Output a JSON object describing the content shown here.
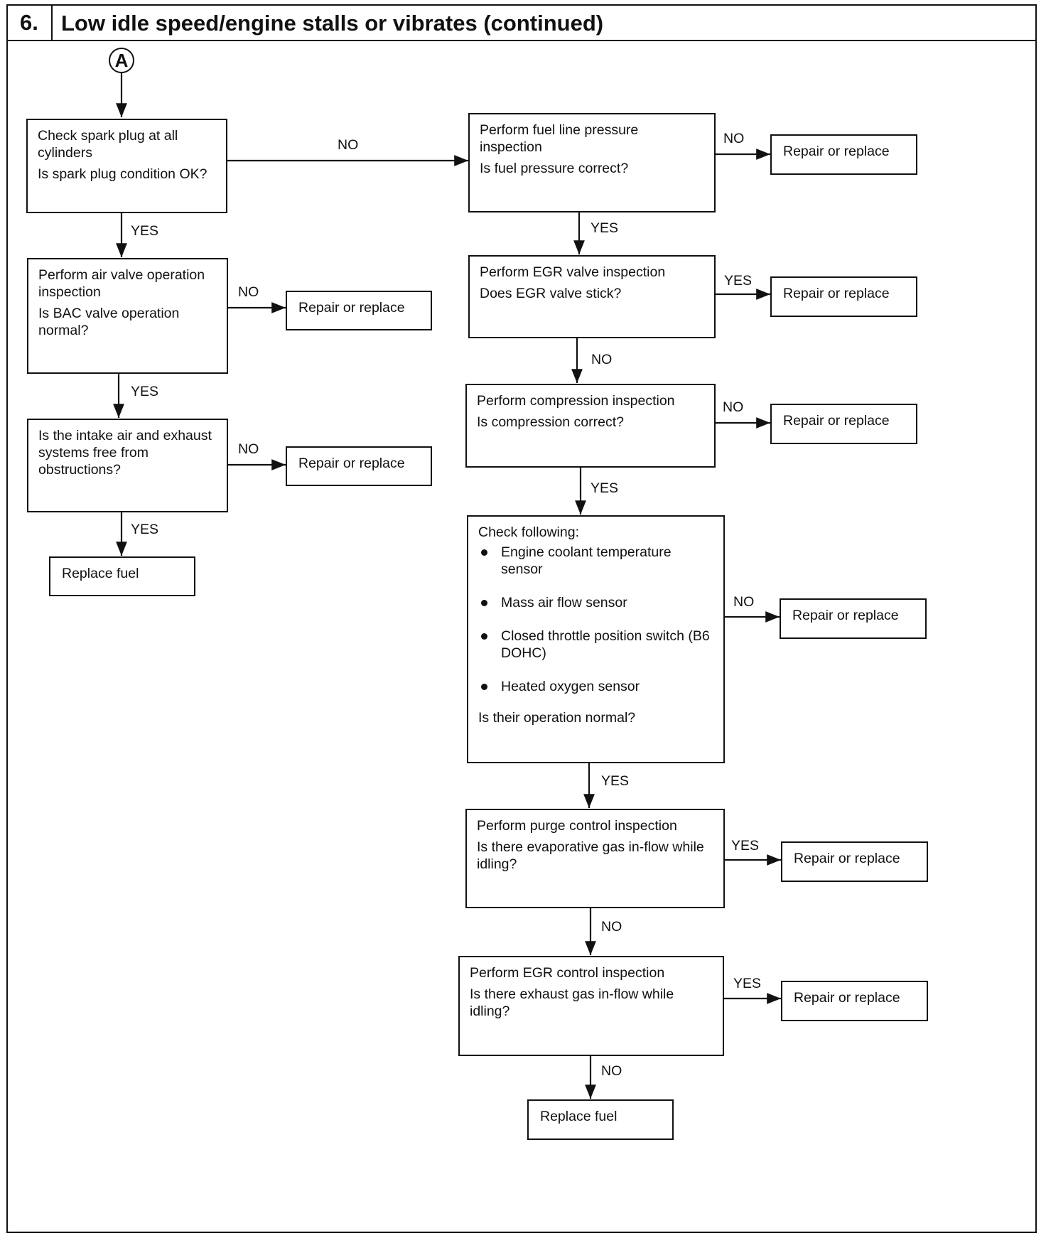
{
  "header": {
    "number": "6.",
    "title": "Low idle speed/engine stalls or vibrates (continued)"
  },
  "connector": {
    "label": "A"
  },
  "nodes": {
    "spark_plug": {
      "lines": [
        "Check spark plug at all cylinders",
        "Is spark plug condition OK?"
      ]
    },
    "air_valve": {
      "lines": [
        "Perform air valve operation inspection",
        "Is BAC valve operation normal?"
      ]
    },
    "intake": {
      "lines": [
        "Is the intake air and exhaust systems free from obstructions?"
      ]
    },
    "replace_fuel_1": {
      "label": "Replace fuel"
    },
    "fuel_line": {
      "lines": [
        "Perform fuel line pressure inspection",
        "Is fuel pressure correct?"
      ]
    },
    "egr_valve": {
      "lines": [
        "Perform EGR valve inspection",
        "Does EGR valve stick?"
      ]
    },
    "compression": {
      "lines": [
        "Perform compression inspection",
        "Is compression correct?"
      ]
    },
    "check_following": {
      "intro": "Check following:",
      "items": [
        "Engine coolant temperature sensor",
        "Mass air flow sensor",
        "Closed throttle position switch (B6 DOHC)",
        "Heated oxygen sensor"
      ],
      "question": "Is their operation normal?"
    },
    "purge": {
      "lines": [
        "Perform purge control inspection",
        "Is there evaporative gas in-flow while idling?"
      ]
    },
    "egr_control": {
      "lines": [
        "Perform EGR control inspection",
        "Is there exhaust gas in-flow while idling?"
      ]
    },
    "replace_fuel_2": {
      "label": "Replace fuel"
    },
    "repair_air_valve": {
      "label": "Repair or replace"
    },
    "repair_intake": {
      "label": "Repair or replace"
    },
    "repair_fuel_line": {
      "label": "Repair or replace"
    },
    "repair_egr_valve": {
      "label": "Repair or replace"
    },
    "repair_compression": {
      "label": "Repair or replace"
    },
    "repair_check": {
      "label": "Repair or replace"
    },
    "repair_purge": {
      "label": "Repair or replace"
    },
    "repair_egr_control": {
      "label": "Repair or replace"
    }
  },
  "edge_labels": {
    "spark_plug_yes": "YES",
    "spark_plug_no": "NO",
    "air_valve_yes": "YES",
    "air_valve_no": "NO",
    "intake_yes": "YES",
    "intake_no": "NO",
    "fuel_line_yes": "YES",
    "fuel_line_no": "NO",
    "egr_valve_yes": "YES",
    "egr_valve_no": "NO",
    "compression_yes": "YES",
    "compression_no": "NO",
    "check_yes": "YES",
    "check_no": "NO",
    "purge_yes": "YES",
    "purge_no": "NO",
    "egr_control_yes": "YES",
    "egr_control_no": "NO"
  }
}
